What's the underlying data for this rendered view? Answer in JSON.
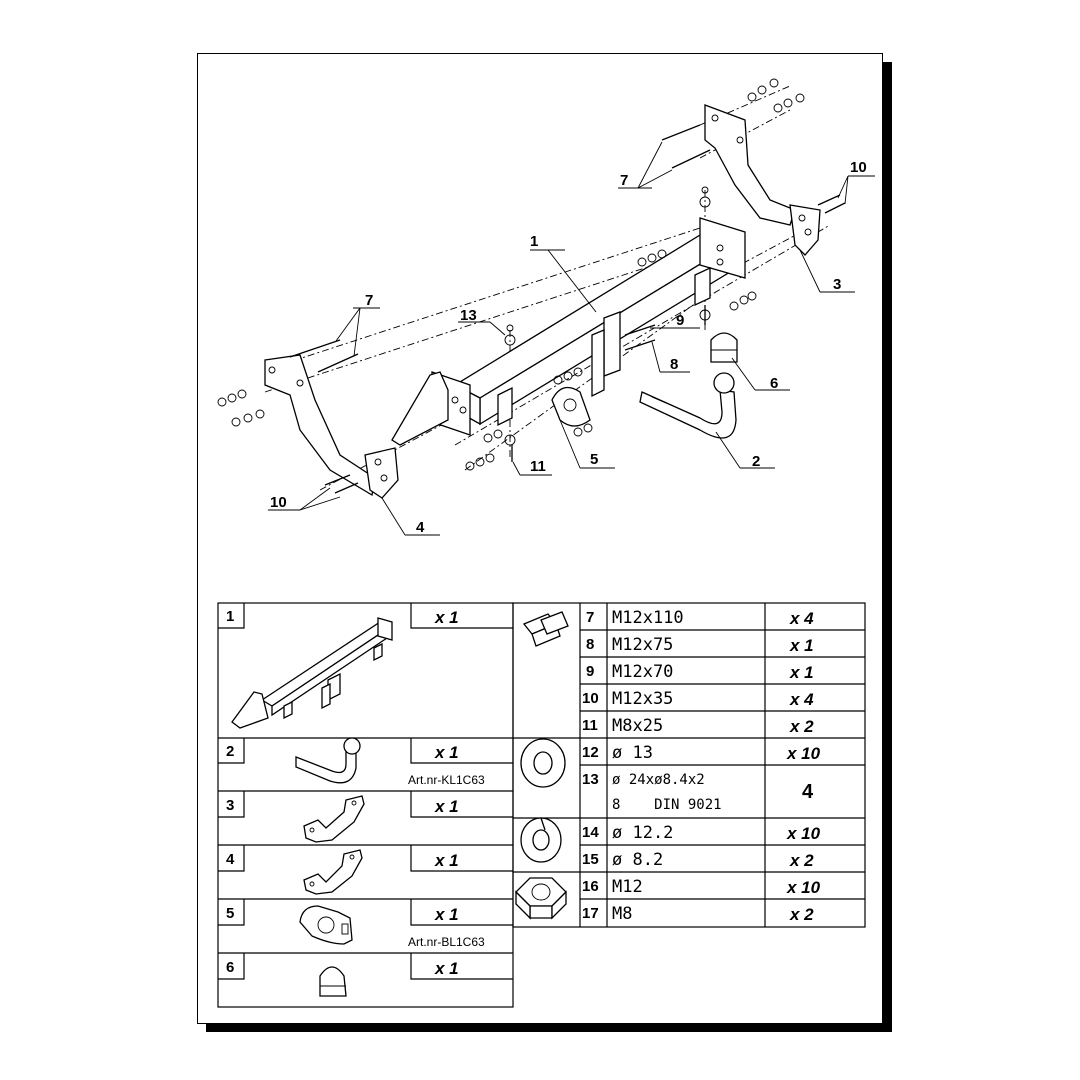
{
  "callouts": {
    "c1": "1",
    "c2": "2",
    "c3": "3",
    "c4": "4",
    "c5": "5",
    "c6": "6",
    "c7a": "7",
    "c7b": "7",
    "c8": "8",
    "c9": "9",
    "c10a": "10",
    "c10b": "10",
    "c11": "11",
    "c13": "13"
  },
  "parts": [
    {
      "num": "1",
      "qty": "x 1",
      "art": ""
    },
    {
      "num": "2",
      "qty": "x 1",
      "art": "Art.nr-KL1C63"
    },
    {
      "num": "3",
      "qty": "x 1",
      "art": ""
    },
    {
      "num": "4",
      "qty": "x 1",
      "art": ""
    },
    {
      "num": "5",
      "qty": "x 1",
      "art": "Art.nr-BL1C63"
    },
    {
      "num": "6",
      "qty": "x 1",
      "art": ""
    }
  ],
  "hardware": [
    {
      "num": "7",
      "spec": "M12x110",
      "qty": "x 4"
    },
    {
      "num": "8",
      "spec": "M12x75",
      "qty": "x 1"
    },
    {
      "num": "9",
      "spec": "M12x70",
      "qty": "x 1"
    },
    {
      "num": "10",
      "spec": "M12x35",
      "qty": "x 4"
    },
    {
      "num": "11",
      "spec": "M8x25",
      "qty": "x 2"
    },
    {
      "num": "12",
      "spec": "ø 13",
      "qty": "x 10"
    },
    {
      "num": "13",
      "spec": "ø 24xø8.4x2",
      "spec2": "8    DIN 9021",
      "qty": "4"
    },
    {
      "num": "14",
      "spec": "ø 12.2",
      "qty": "x 10"
    },
    {
      "num": "15",
      "spec": "ø 8.2",
      "qty": "x 2"
    },
    {
      "num": "16",
      "spec": "M12",
      "qty": "x 10"
    },
    {
      "num": "17",
      "spec": "M8",
      "qty": "x 2"
    }
  ]
}
